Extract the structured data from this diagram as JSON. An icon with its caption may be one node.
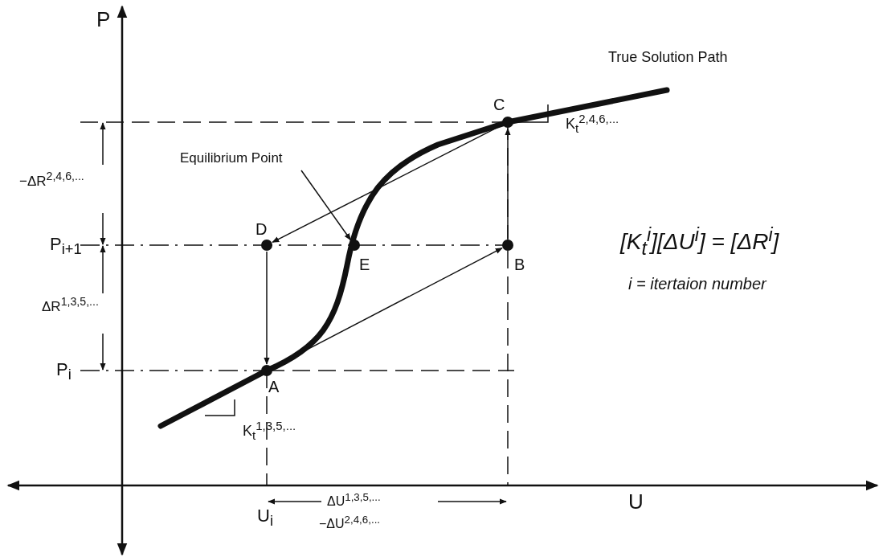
{
  "diagram": {
    "nodes": [
      {
        "text": [
          "C"
        ]
      },
      {
        "text": [
          "Equilibrium Point"
        ]
      },
      {
        "text": [
          "D"
        ]
      },
      {
        "text": [
          "E"
        ]
      },
      {
        "text": [
          "B"
        ]
      },
      {
        "text": [
          "A"
        ]
      }
    ],
    "edges": [
      {
        "from": 5,
        "to": 4,
        "arrow": "to"
      },
      {
        "from": 4,
        "to": 0,
        "arrow": "to"
      },
      {
        "from": 0,
        "to": 2,
        "arrow": "to"
      },
      {
        "from": 2,
        "to": 5,
        "arrow": "to"
      },
      {
        "from": 1,
        "to": 3,
        "arrow": "to"
      }
    ],
    "labels": [
      "P",
      "True Solution Path",
      "K$_{t}$$^{2,4,6,...}$",
      "−ΔR$^{2,4,6,...}$",
      "P$_{i+1}$",
      "[K$_{t}$$^{i}$][ΔU$^{i}$]  =  [ΔR$^{i}$]",
      "i = itertaion number",
      "ΔR$^{1,3,5,...}$",
      "P$_{i}$",
      "K$_{t}$$^{1,3,5,...}$",
      "U$_{i}$",
      "ΔU$^{1,3,5,...}$",
      "−ΔU$^{2,4,6,...}$",
      "U"
    ]
  }
}
